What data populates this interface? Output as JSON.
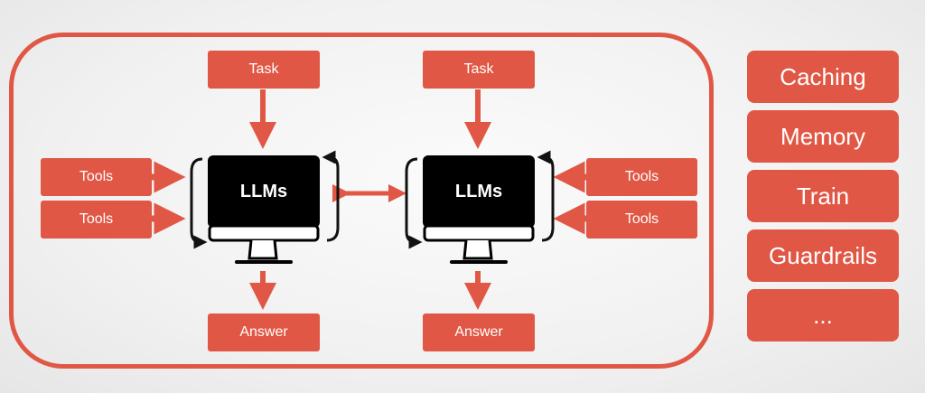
{
  "diagram": {
    "left_agent": {
      "task": "Task",
      "tools": [
        "Tools",
        "Tools"
      ],
      "model": "LLMs",
      "answer": "Answer"
    },
    "right_agent": {
      "task": "Task",
      "tools": [
        "Tools",
        "Tools"
      ],
      "model": "LLMs",
      "answer": "Answer"
    },
    "side_panel": [
      "Caching",
      "Memory",
      "Train",
      "Guardrails",
      "..."
    ]
  },
  "colors": {
    "accent": "#e15745",
    "monitor": "#000000",
    "background": "#f1f1f1"
  },
  "icons": {
    "monitor": "monitor-icon",
    "refresh": "refresh-bracket-icon",
    "arrow": "arrow-icon"
  }
}
